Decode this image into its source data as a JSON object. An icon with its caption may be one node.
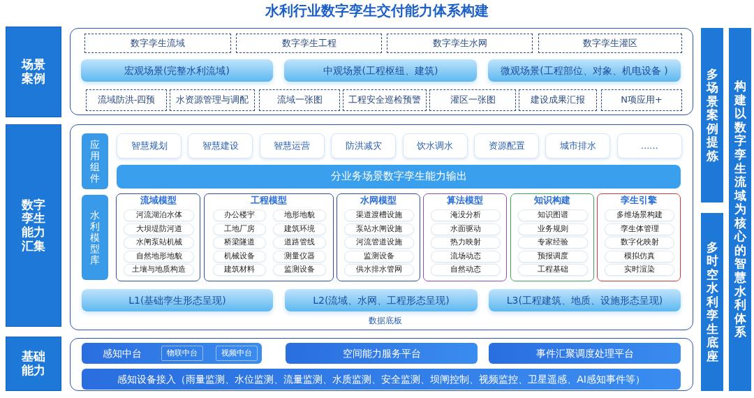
{
  "diagram": {
    "title": "水利行业数字孪生交付能力体系构建",
    "nodes": [
      {
        "text": [
          "场景案例"
        ]
      },
      {
        "text": [],
        "shape": "box"
      },
      {
        "text": [
          "数字孪生流域"
        ],
        "in": 1
      },
      {
        "text": [
          "数字孪生工程"
        ],
        "in": 1
      },
      {
        "text": [
          "数字孪生水网"
        ],
        "in": 1
      },
      {
        "text": [
          "数字孪生灌区"
        ],
        "in": 1
      },
      {
        "text": [
          "宏观场景(完整水利流域)"
        ],
        "in": 1
      },
      {
        "text": [
          "中观场景(工程枢纽、建筑)"
        ],
        "in": 1
      },
      {
        "text": [
          "微观场景(工程部位、对象、机电设备 )"
        ],
        "in": 1
      },
      {
        "text": [
          "流域防洪-四预"
        ],
        "in": 1
      },
      {
        "text": [
          "水资源管理与调配"
        ],
        "in": 1
      },
      {
        "text": [
          "流域一张图"
        ],
        "in": 1
      },
      {
        "text": [
          "工程安全巡检预警"
        ],
        "in": 1
      },
      {
        "text": [
          "灌区一张图"
        ],
        "in": 1
      },
      {
        "text": [
          "建设成果汇报"
        ],
        "in": 1
      },
      {
        "text": [
          "N项应用+"
        ],
        "in": 1
      },
      {
        "text": [
          "数字孪生能力汇集"
        ]
      },
      {
        "text": [],
        "shape": "box"
      },
      {
        "text": [
          "应用组件"
        ],
        "in": 17
      },
      {
        "text": [
          "智慧规划"
        ],
        "in": 17
      },
      {
        "text": [
          "智慧建设"
        ],
        "in": 17
      },
      {
        "text": [
          "智慧运营"
        ],
        "in": 17
      },
      {
        "text": [
          "防洪减灾"
        ],
        "in": 17
      },
      {
        "text": [
          "饮水调水"
        ],
        "in": 17
      },
      {
        "text": [
          "资源配置"
        ],
        "in": 17
      },
      {
        "text": [
          "城市排水"
        ],
        "in": 17
      },
      {
        "text": [
          "......"
        ],
        "in": 17
      },
      {
        "text": [
          "分业务场景数字孪生能力输出"
        ],
        "in": 17
      },
      {
        "text": [
          "水利模型库"
        ],
        "in": 17
      },
      {
        "text": [
          "流域模型"
        ],
        "in": 17
      },
      {
        "text": [
          "河流湖泊水体"
        ],
        "in": 29
      },
      {
        "text": [
          "大坝堤防河道"
        ],
        "in": 29
      },
      {
        "text": [
          "水闸泵站机械"
        ],
        "in": 29
      },
      {
        "text": [
          "自然地形地貌"
        ],
        "in": 29
      },
      {
        "text": [
          "土壤与地质构造"
        ],
        "in": 29
      },
      {
        "text": [
          "工程模型"
        ],
        "in": 17
      },
      {
        "text": [
          "办公楼宇"
        ],
        "in": 35
      },
      {
        "text": [
          "地形地貌"
        ],
        "in": 35
      },
      {
        "text": [
          "工地厂房"
        ],
        "in": 35
      },
      {
        "text": [
          "建筑环境"
        ],
        "in": 35
      },
      {
        "text": [
          "桥梁隧道"
        ],
        "in": 35
      },
      {
        "text": [
          "道路管线"
        ],
        "in": 35
      },
      {
        "text": [
          "机械设备"
        ],
        "in": 35
      },
      {
        "text": [
          "测量仪器"
        ],
        "in": 35
      },
      {
        "text": [
          "建筑材料"
        ],
        "in": 35
      },
      {
        "text": [
          "监测设备"
        ],
        "in": 35
      },
      {
        "text": [
          "水网模型"
        ],
        "in": 17
      },
      {
        "text": [
          "渠道渡槽设施"
        ],
        "in": 46
      },
      {
        "text": [
          "泵站水闸设施"
        ],
        "in": 46
      },
      {
        "text": [
          "河流管道设施"
        ],
        "in": 46
      },
      {
        "text": [
          "监测设备"
        ],
        "in": 46
      },
      {
        "text": [
          "供水排水管网"
        ],
        "in": 46
      },
      {
        "text": [
          "算法模型"
        ],
        "in": 17
      },
      {
        "text": [
          "淹没分析"
        ],
        "in": 52
      },
      {
        "text": [
          "水面驱动"
        ],
        "in": 52
      },
      {
        "text": [
          "热力映射"
        ],
        "in": 52
      },
      {
        "text": [
          "流场动态"
        ],
        "in": 52
      },
      {
        "text": [
          "自然动态"
        ],
        "in": 52
      },
      {
        "text": [
          "知识构建"
        ],
        "in": 17
      },
      {
        "text": [
          "知识图谱"
        ],
        "in": 58
      },
      {
        "text": [
          "业务规则"
        ],
        "in": 58
      },
      {
        "text": [
          "专家经验"
        ],
        "in": 58
      },
      {
        "text": [
          "预报调度"
        ],
        "in": 58
      },
      {
        "text": [
          "工程基础"
        ],
        "in": 58
      },
      {
        "text": [
          "孪生引擎"
        ],
        "in": 17
      },
      {
        "text": [
          "多维场景构建"
        ],
        "in": 64
      },
      {
        "text": [
          "孪生体管理"
        ],
        "in": 64
      },
      {
        "text": [
          "数字化映射"
        ],
        "in": 64
      },
      {
        "text": [
          "模拟仿真"
        ],
        "in": 64
      },
      {
        "text": [
          "实时渲染"
        ],
        "in": 64
      },
      {
        "text": [
          "L1(基础孪生形态呈现)"
        ],
        "in": 17
      },
      {
        "text": [
          "L2(流域、水网、工程形态呈现)"
        ],
        "in": 17
      },
      {
        "text": [
          "L3(工程建筑、地质、设施形态呈现)"
        ],
        "in": 17
      },
      {
        "text": [
          "基础能力"
        ]
      },
      {
        "text": [],
        "shape": "box"
      },
      {
        "text": [
          "感知中台"
        ],
        "in": 74
      },
      {
        "text": [
          "物联中台"
        ],
        "in": 75
      },
      {
        "text": [
          "视频中台"
        ],
        "in": 75
      },
      {
        "text": [
          "空间能力服务平台"
        ],
        "in": 74
      },
      {
        "text": [
          "事件汇聚调度处理平台"
        ],
        "in": 74
      },
      {
        "text": [
          "感知设备接入（雨量监测、水位监测、流量监测、水质监测、安全监测、坝闸控制、视频监控、卫星遥感、AI感知事件等）"
        ],
        "in": 74
      },
      {
        "text": [
          "多场景案例提炼"
        ]
      },
      {
        "text": [
          "多时空水利孪生底座"
        ]
      },
      {
        "text": [
          "构建以数字孪生流域为核心的智慧水利体系"
        ]
      }
    ],
    "labels": [
      "数据底板"
    ]
  }
}
